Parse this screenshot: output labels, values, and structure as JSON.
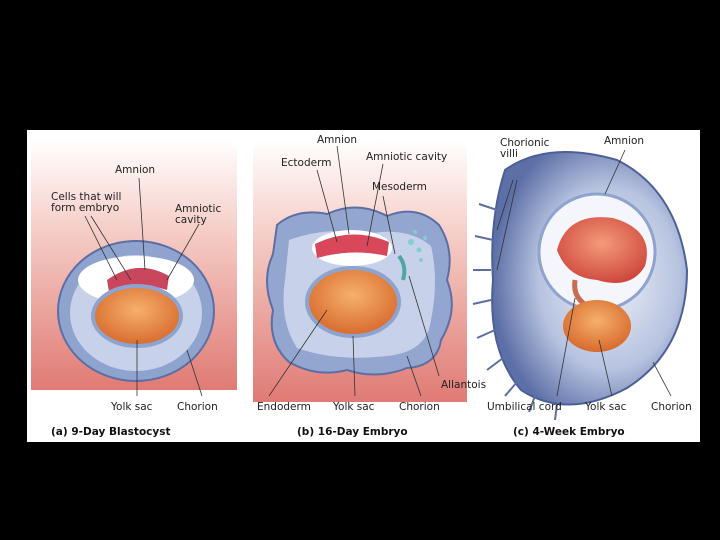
{
  "panels": [
    {
      "caption": "(a)  9-Day Blastocyst",
      "labels": {
        "amnion": "Amnion",
        "cells_embryo": "Cells that will form embryo",
        "amniotic_cavity": "Amniotic cavity",
        "yolk_sac": "Yolk sac",
        "chorion": "Chorion"
      }
    },
    {
      "caption": "(b)  16-Day Embryo",
      "labels": {
        "amnion": "Amnion",
        "ectoderm": "Ectoderm",
        "amniotic_cavity": "Amniotic cavity",
        "mesoderm": "Mesoderm",
        "allantois": "Allantois",
        "endoderm": "Endoderm",
        "yolk_sac": "Yolk sac",
        "chorion": "Chorion"
      }
    },
    {
      "caption": "(c)  4-Week Embryo",
      "labels": {
        "chorionic_villi": "Chorionic villi",
        "amnion": "Amnion",
        "umbilical_cord": "Umbilical cord",
        "yolk_sac": "Yolk sac",
        "chorion": "Chorion"
      }
    }
  ],
  "colors": {
    "background": "#000000",
    "tissue": "#f2b7b0",
    "chorion": "#93a6d0",
    "cavity": "#ffffff",
    "yolk": "#e9924c",
    "embryo": "#e7665a",
    "allantois": "#6cb9b8"
  }
}
